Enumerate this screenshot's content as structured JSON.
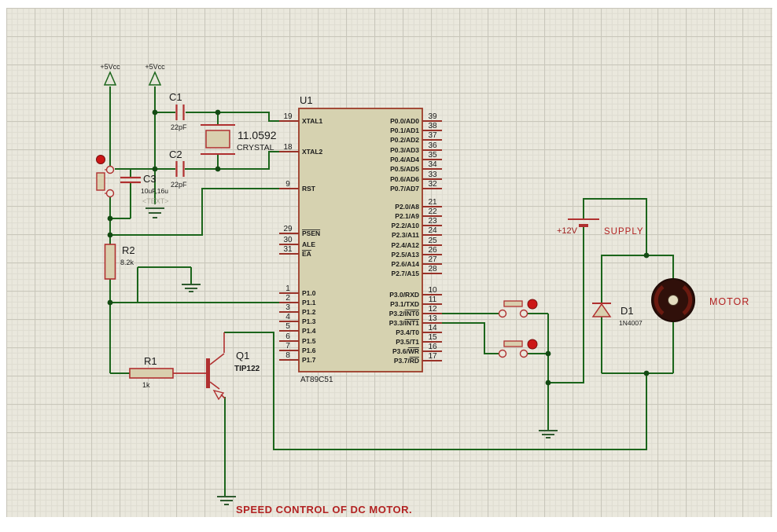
{
  "schematic": {
    "title": "SPEED CONTROL OF DC MOTOR.",
    "power": {
      "vcc_left": "+5Vcc",
      "vcc_right": "+5Vcc",
      "battery_voltage": "+12V",
      "battery_label": "SUPPLY"
    },
    "components": {
      "c1": {
        "ref": "C1",
        "value": "22pF"
      },
      "c2": {
        "ref": "C2",
        "value": "22pF"
      },
      "c3": {
        "ref": "C3",
        "value": "10uF,16u",
        "note": "<TEXT>"
      },
      "crystal": {
        "value": "11.0592",
        "label": "CRYSTAL"
      },
      "r1": {
        "ref": "R1",
        "value": "1k"
      },
      "r2": {
        "ref": "R2",
        "value": "8.2k"
      },
      "q1": {
        "ref": "Q1",
        "value": "TIP122"
      },
      "d1": {
        "ref": "D1",
        "value": "1N4007"
      },
      "motor": {
        "label": "MOTOR"
      },
      "u1": {
        "ref": "U1",
        "part": "AT89C51"
      }
    },
    "chip": {
      "left_pins": [
        {
          "num": "19",
          "pre": "XTAL1",
          "over": ""
        },
        {
          "num": "18",
          "pre": "XTAL2",
          "over": ""
        },
        {
          "num": "9",
          "pre": "RST",
          "over": ""
        },
        {
          "num": "29",
          "pre": "",
          "over": "PSEN"
        },
        {
          "num": "30",
          "pre": "ALE",
          "over": ""
        },
        {
          "num": "31",
          "pre": "",
          "over": "EA"
        },
        {
          "num": "1",
          "pre": "P1.0",
          "over": ""
        },
        {
          "num": "2",
          "pre": "P1.1",
          "over": ""
        },
        {
          "num": "3",
          "pre": "P1.2",
          "over": ""
        },
        {
          "num": "4",
          "pre": "P1.3",
          "over": ""
        },
        {
          "num": "5",
          "pre": "P1.4",
          "over": ""
        },
        {
          "num": "6",
          "pre": "P1.5",
          "over": ""
        },
        {
          "num": "7",
          "pre": "P1.6",
          "over": ""
        },
        {
          "num": "8",
          "pre": "P1.7",
          "over": ""
        }
      ],
      "right_pins": [
        {
          "num": "39",
          "pre": "P0.0/AD0",
          "over": ""
        },
        {
          "num": "38",
          "pre": "P0.1/AD1",
          "over": ""
        },
        {
          "num": "37",
          "pre": "P0.2/AD2",
          "over": ""
        },
        {
          "num": "36",
          "pre": "P0.3/AD3",
          "over": ""
        },
        {
          "num": "35",
          "pre": "P0.4/AD4",
          "over": ""
        },
        {
          "num": "34",
          "pre": "P0.5/AD5",
          "over": ""
        },
        {
          "num": "33",
          "pre": "P0.6/AD6",
          "over": ""
        },
        {
          "num": "32",
          "pre": "P0.7/AD7",
          "over": ""
        },
        {
          "num": "21",
          "pre": "P2.0/A8",
          "over": ""
        },
        {
          "num": "22",
          "pre": "P2.1/A9",
          "over": ""
        },
        {
          "num": "23",
          "pre": "P2.2/A10",
          "over": ""
        },
        {
          "num": "24",
          "pre": "P2.3/A11",
          "over": ""
        },
        {
          "num": "25",
          "pre": "P2.4/A12",
          "over": ""
        },
        {
          "num": "26",
          "pre": "P2.5/A13",
          "over": ""
        },
        {
          "num": "27",
          "pre": "P2.6/A14",
          "over": ""
        },
        {
          "num": "28",
          "pre": "P2.7/A15",
          "over": ""
        },
        {
          "num": "10",
          "pre": "P3.0/RXD",
          "over": ""
        },
        {
          "num": "11",
          "pre": "P3.1/TXD",
          "over": ""
        },
        {
          "num": "12",
          "pre": "P3.2/",
          "over": "INT0"
        },
        {
          "num": "13",
          "pre": "P3.3/",
          "over": "INT1"
        },
        {
          "num": "14",
          "pre": "P3.4/T0",
          "over": ""
        },
        {
          "num": "15",
          "pre": "P3.5/T1",
          "over": ""
        },
        {
          "num": "16",
          "pre": "P3.6/",
          "over": "WR"
        },
        {
          "num": "17",
          "pre": "P3.7/",
          "over": "RD"
        }
      ]
    },
    "colors": {
      "wire": "#1b651b",
      "component": "#b03030",
      "accent_red": "#b22222",
      "chip_fill": "#d6d2b0",
      "grid_bg": "#eae8dd"
    }
  }
}
